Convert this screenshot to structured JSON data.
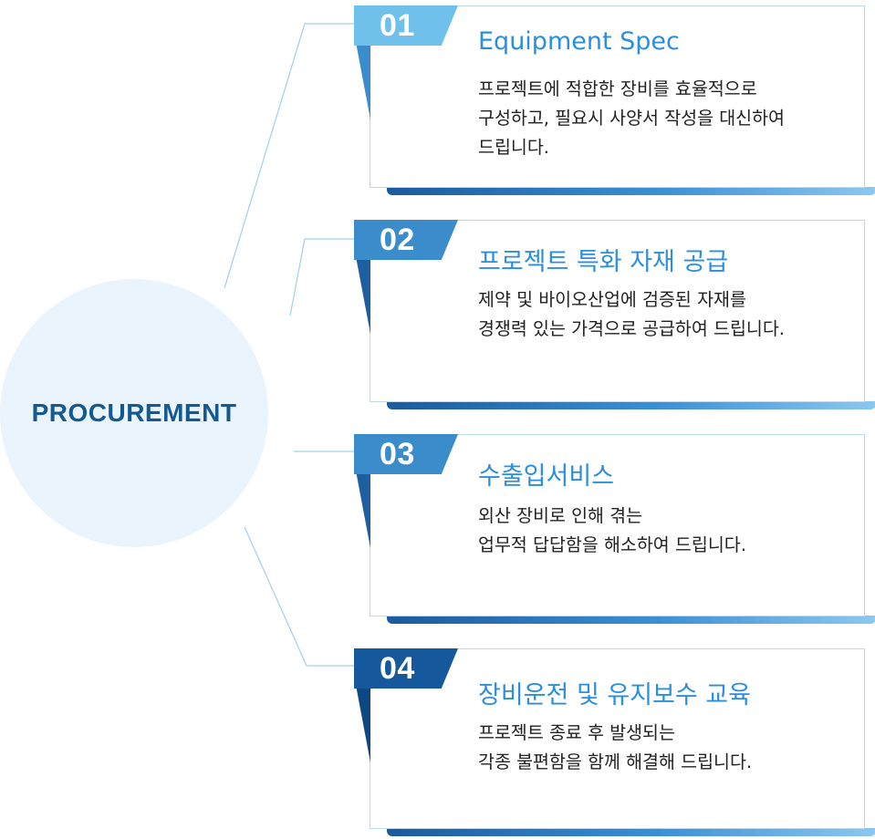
{
  "hub": {
    "label": "PROCUREMENT"
  },
  "colors": {
    "tab_01": "#6fc0ea",
    "tab_02": "#3a8dca",
    "tab_03": "#3a8dca",
    "tab_04": "#15599c",
    "title": "#2a8fdc",
    "hub_bg": "#eaf4fc",
    "hub_text": "#14598f"
  },
  "cards": [
    {
      "number": "01",
      "title": "Equipment Spec",
      "lines": [
        "프로젝트에 적합한 장비를 효율적으로",
        "구성하고, 필요시 사양서 작성을 대신하여",
        "드립니다."
      ]
    },
    {
      "number": "02",
      "title": "프로젝트 특화 자재 공급",
      "lines": [
        "제약 및 바이오산업에 검증된 자재를",
        "경쟁력 있는 가격으로 공급하여 드립니다."
      ]
    },
    {
      "number": "03",
      "title": "수출입서비스",
      "lines": [
        "외산 장비로 인해 겪는",
        "업무적 답답함을 해소하여 드립니다."
      ]
    },
    {
      "number": "04",
      "title": "장비운전 및 유지보수 교육",
      "lines": [
        "프로젝트 종료 후 발생되는",
        "각종 불편함을 함께 해결해 드립니다."
      ]
    }
  ]
}
